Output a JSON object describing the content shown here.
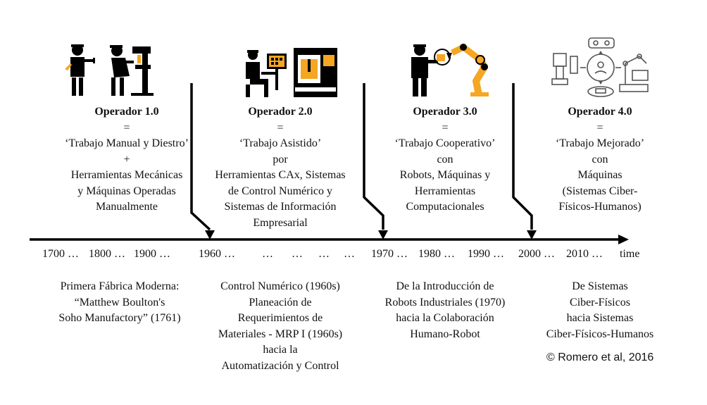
{
  "operators": [
    {
      "title": "Operador 1.0",
      "eq": "=",
      "lines": [
        "‘Trabajo Manual y Diestro’",
        "+",
        "Herramientas Mecánicas",
        "y Máquinas Operadas",
        "Manualmente"
      ],
      "icon": "manual-workers-icon"
    },
    {
      "title": "Operador 2.0",
      "eq": "=",
      "lines": [
        "‘Trabajo Asistido’",
        "por",
        "Herramientas CAx, Sistemas",
        "de Control Numérico y",
        "Sistemas de Información",
        "Empresarial"
      ],
      "icon": "cnc-operator-icon"
    },
    {
      "title": "Operador 3.0",
      "eq": "=",
      "lines": [
        "‘Trabajo Cooperativo’",
        "con",
        "Robots, Máquinas y",
        "Herramientas",
        "Computacionales"
      ],
      "icon": "worker-robot-arm-icon"
    },
    {
      "title": "Operador 4.0",
      "eq": "=",
      "lines": [
        "‘Trabajo Mejorado’",
        "con",
        "Máquinas",
        "(Sistemas Ciber-",
        "Físicos-Humanos)"
      ],
      "icon": "cyber-physical-systems-icon"
    }
  ],
  "ticks": [
    {
      "id": "1700",
      "label": "1700 …"
    },
    {
      "id": "1800",
      "label": "1800 …"
    },
    {
      "id": "1900",
      "label": "1900  …"
    },
    {
      "id": "1960",
      "label": "1960 …"
    },
    {
      "id": "e1",
      "label": "…"
    },
    {
      "id": "e2",
      "label": "…"
    },
    {
      "id": "e3",
      "label": "…"
    },
    {
      "id": "e4",
      "label": "…"
    },
    {
      "id": "1970",
      "label": "1970 …"
    },
    {
      "id": "1980",
      "label": "1980 …"
    },
    {
      "id": "1990",
      "label": "1990 …"
    },
    {
      "id": "2000",
      "label": "2000 …"
    },
    {
      "id": "2010",
      "label": "2010 …"
    },
    {
      "id": "time",
      "label": "time"
    }
  ],
  "descriptions": [
    {
      "lines": [
        "Primera Fábrica Moderna:",
        "“Matthew Boulton's",
        "Soho Manufactory” (1761)"
      ]
    },
    {
      "lines": [
        "Control Numérico (1960s)",
        "Planeación de",
        "Requerimientos de",
        "Materiales - MRP I (1960s)",
        "hacia la",
        "Automatización y Control"
      ]
    },
    {
      "lines": [
        "De la Introducción de",
        "Robots Industriales (1970)",
        "hacia la Colaboración",
        "Humano-Robot"
      ]
    },
    {
      "lines": [
        "De Sistemas",
        "Ciber-Físicos",
        "hacia Sistemas",
        "Ciber-Físicos-Humanos"
      ]
    }
  ],
  "copyright": "© Romero et al, 2016",
  "colors": {
    "line": "#000000",
    "accent_orange": "#f5a623"
  }
}
